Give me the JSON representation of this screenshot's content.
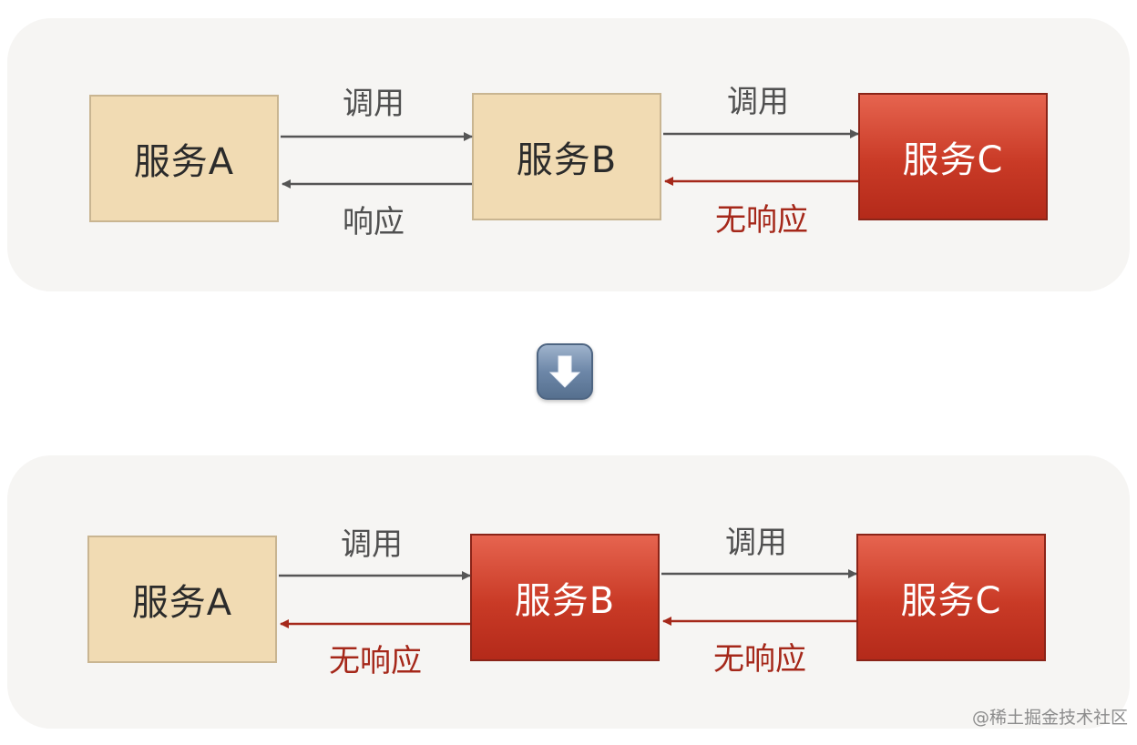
{
  "scenarios": [
    {
      "services": [
        {
          "label": "服务A",
          "state": "normal"
        },
        {
          "label": "服务B",
          "state": "normal"
        },
        {
          "label": "服务C",
          "state": "failed"
        }
      ],
      "links": [
        {
          "call_label": "调用",
          "response_label": "响应",
          "response_state": "normal"
        },
        {
          "call_label": "调用",
          "response_label": "无响应",
          "response_state": "failed"
        }
      ]
    },
    {
      "services": [
        {
          "label": "服务A",
          "state": "normal"
        },
        {
          "label": "服务B",
          "state": "failed"
        },
        {
          "label": "服务C",
          "state": "failed"
        }
      ],
      "links": [
        {
          "call_label": "调用",
          "response_label": "无响应",
          "response_state": "failed"
        },
        {
          "call_label": "调用",
          "response_label": "无响应",
          "response_state": "failed"
        }
      ]
    }
  ],
  "transition_icon": "down-arrow-icon",
  "colors": {
    "normal_fill": "#f1dbb3",
    "failed_fill": "#c93a26",
    "call_arrow": "#555555",
    "failed_arrow": "#a5281a"
  },
  "watermark": "@稀土掘金技术社区"
}
